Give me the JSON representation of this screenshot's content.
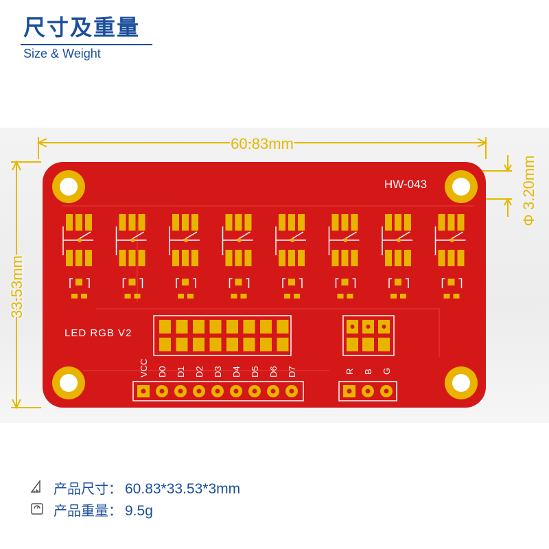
{
  "header": {
    "title": "尺寸及重量",
    "subtitle": "Size & Weight"
  },
  "board": {
    "model": "HW-043",
    "silk_label": "LED RGB V2",
    "pin_labels_left": [
      "VCC",
      "D0",
      "D1",
      "D2",
      "D3",
      "D4",
      "D5",
      "D6",
      "D7"
    ],
    "pin_labels_right": [
      "R",
      "B",
      "G"
    ],
    "width_dim": "60.83mm",
    "height_dim": "33.53mm",
    "hole_dim": "Φ 3.20mm"
  },
  "specs": {
    "size_label": "产品尺寸：",
    "size_value": "60.83*33.53*3mm",
    "weight_label": "产品重量：",
    "weight_value": "9.5g"
  },
  "colors": {
    "accent": "#1b4f9c",
    "pcb": "#d41818",
    "gold": "#e8b400",
    "dimension": "#e4b800"
  }
}
